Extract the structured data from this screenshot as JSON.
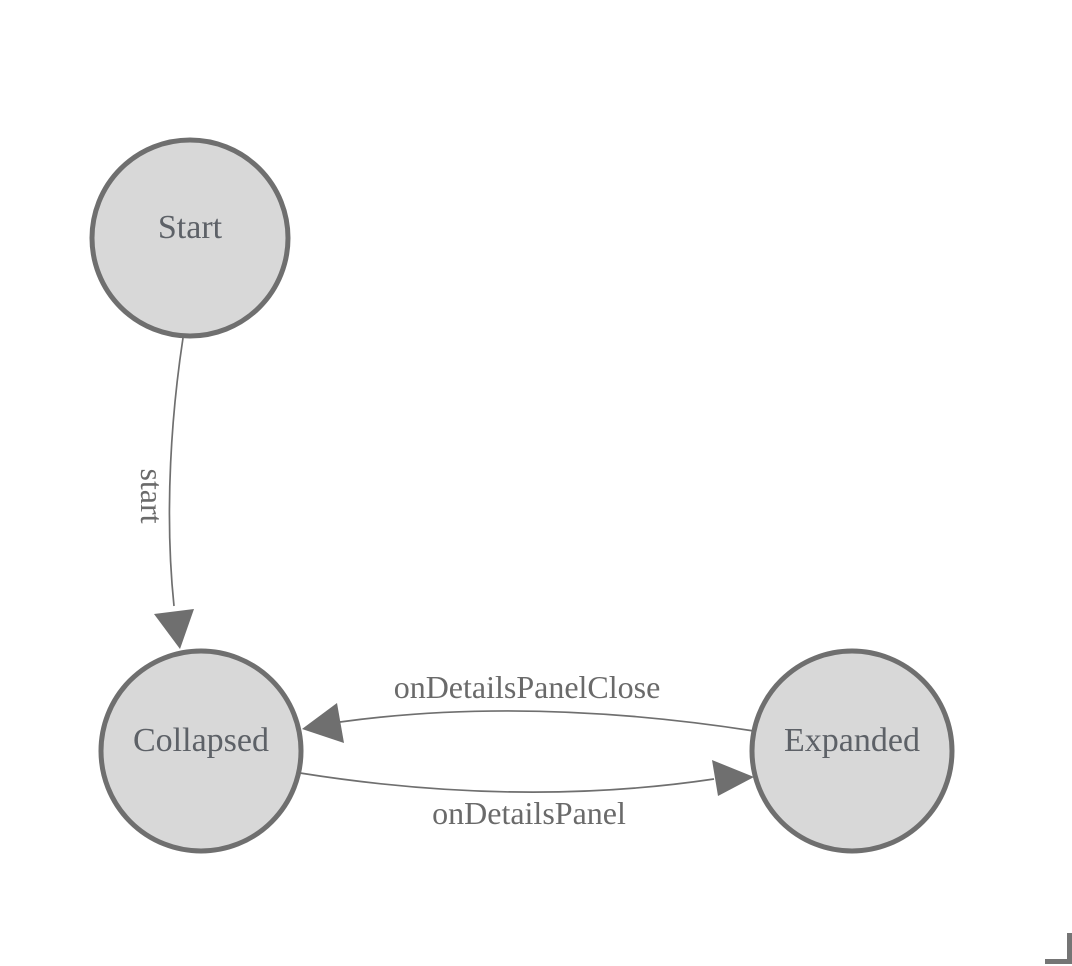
{
  "diagram": {
    "type": "state-machine-diagram",
    "nodes": [
      {
        "id": "start",
        "label": "Start"
      },
      {
        "id": "collapsed",
        "label": "Collapsed"
      },
      {
        "id": "expanded",
        "label": "Expanded"
      }
    ],
    "edges": [
      {
        "from": "start",
        "to": "collapsed",
        "label": "start"
      },
      {
        "from": "expanded",
        "to": "collapsed",
        "label": "onDetailsPanelClose"
      },
      {
        "from": "collapsed",
        "to": "expanded",
        "label": "onDetailsPanel"
      }
    ],
    "colors": {
      "background": "#ffffff",
      "node_fill": "#d8d8d8",
      "node_stroke": "#6f6f6f",
      "node_label_text": "#5d6167",
      "edge_stroke": "#6f6f6f",
      "edge_label_text": "#6a6a6a",
      "corner_mark": "#757575"
    },
    "icons": {
      "corner": "resize-corner-icon"
    }
  }
}
